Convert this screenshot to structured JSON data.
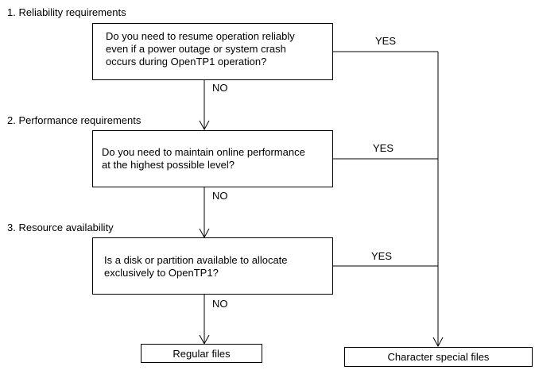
{
  "sections": [
    {
      "title": "1. Reliability requirements",
      "question": "Do you need to resume operation reliably\neven if a power outage or system crash\noccurs during OpenTP1 operation?",
      "yes_label": "YES",
      "no_label": "NO"
    },
    {
      "title": "2. Performance requirements",
      "question": "Do you need to maintain online performance\nat the highest possible level?",
      "yes_label": "YES",
      "no_label": "NO"
    },
    {
      "title": "3. Resource availability",
      "question": "Is a disk or partition available to allocate\nexclusively to OpenTP1?",
      "yes_label": "YES",
      "no_label": "NO"
    }
  ],
  "outcomes": {
    "regular": "Regular files",
    "character": "Character special files"
  }
}
